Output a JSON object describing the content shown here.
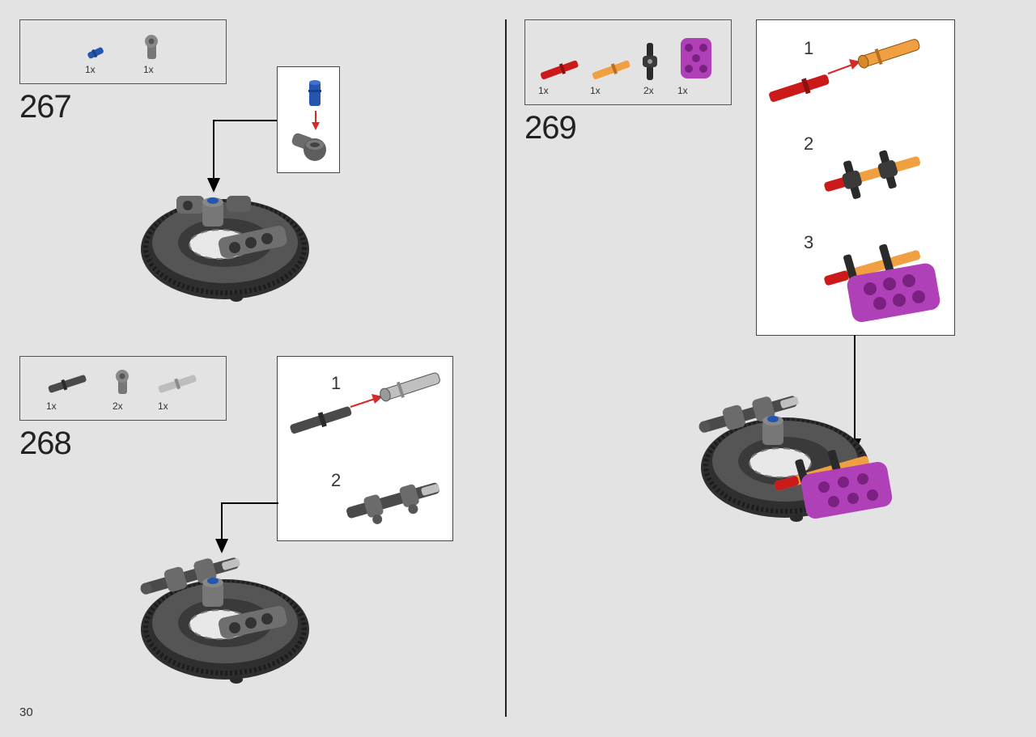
{
  "page": {
    "number": "30"
  },
  "steps": [
    {
      "number": "267",
      "parts": [
        {
          "icon": "blue-pin-part",
          "qty": "1x"
        },
        {
          "icon": "grey-connector-part",
          "qty": "1x"
        }
      ]
    },
    {
      "number": "268",
      "parts": [
        {
          "icon": "dark-axle-pin-part",
          "qty": "1x"
        },
        {
          "icon": "grey-connector-part",
          "qty": "2x"
        },
        {
          "icon": "light-axle-pin-part",
          "qty": "1x"
        }
      ],
      "substeps": [
        "1",
        "2"
      ]
    },
    {
      "number": "269",
      "parts": [
        {
          "icon": "red-axle-pin-part",
          "qty": "1x"
        },
        {
          "icon": "orange-axle-pin-part",
          "qty": "1x"
        },
        {
          "icon": "black-cross-connector-part",
          "qty": "2x"
        },
        {
          "icon": "magenta-beam-plate-part",
          "qty": "1x"
        }
      ],
      "substeps": [
        "1",
        "2",
        "3"
      ]
    }
  ],
  "colors": {
    "background": "#e3e3e3",
    "arrow_red": "#d42a2a",
    "part_blue": "#2456b0",
    "part_red": "#cc1a1a",
    "part_orange": "#f0a040",
    "part_magenta": "#b040b8",
    "part_grey": "#6b6b6b",
    "part_dark": "#3a3a3a"
  }
}
